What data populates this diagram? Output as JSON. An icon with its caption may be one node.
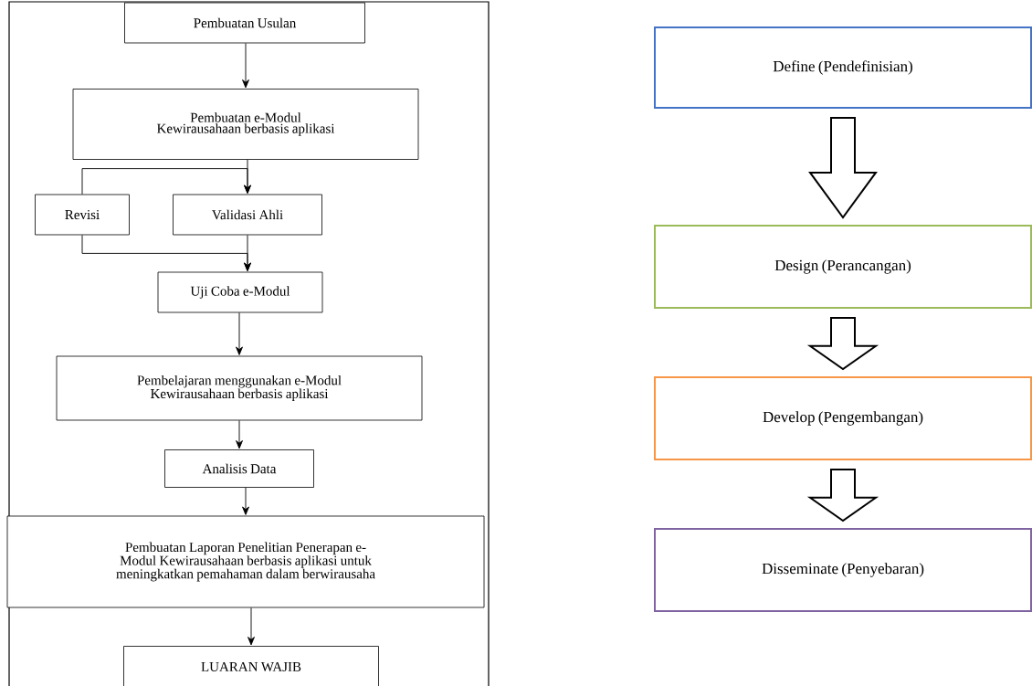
{
  "diagram": {
    "nodes": [
      {
        "text": [
          "Pembuatan Usulan"
        ]
      },
      {
        "text": [
          "Pembuatan e-Modul Kewirausahaan berbasis aplikasi"
        ]
      },
      {
        "text": [
          "Revisi"
        ]
      },
      {
        "text": [
          "Validasi Ahli"
        ]
      },
      {
        "text": [
          "Uji Coba e-Modul"
        ]
      },
      {
        "text": [
          "Pembelajaran menggunakan e-Modul Kewirausahaan berbasis aplikasi"
        ]
      },
      {
        "text": [
          "Analisis Data"
        ]
      },
      {
        "text": [
          "Pembuatan Laporan Penelitian Penerapan e-Modul Kewirausahaan berbasis aplikasi untuk meningkatkan pemahaman dalam berwirausaha"
        ]
      },
      {
        "text": [
          "LUARAN WAJIB"
        ]
      },
      {
        "text": [
          "Define (Pendefinisian)"
        ]
      },
      {
        "text": [
          "Design (Perancangan)"
        ]
      },
      {
        "text": [
          "Develop (Pengembangan)"
        ]
      },
      {
        "text": [
          "Disseminate (Penyebaran)"
        ]
      }
    ],
    "edges": [
      {
        "from": 0,
        "to": 1,
        "arrow": "to"
      },
      {
        "from": 1,
        "to": 3,
        "arrow": "to"
      },
      {
        "from": 2,
        "to": 3,
        "arrow": "to"
      },
      {
        "from": 3,
        "to": 4,
        "arrow": "to"
      },
      {
        "from": 2,
        "to": 4,
        "arrow": "to"
      },
      {
        "from": 4,
        "to": 5,
        "arrow": "to"
      },
      {
        "from": 5,
        "to": 6,
        "arrow": "to"
      },
      {
        "from": 6,
        "to": 7,
        "arrow": "to"
      },
      {
        "from": 7,
        "to": 8,
        "arrow": "to"
      },
      {
        "from": 9,
        "to": 10,
        "arrow": "to",
        "style": "thick"
      },
      {
        "from": 10,
        "to": 11,
        "arrow": "to",
        "style": "thick"
      },
      {
        "from": 11,
        "to": 12,
        "arrow": "to",
        "style": "thick"
      }
    ]
  }
}
